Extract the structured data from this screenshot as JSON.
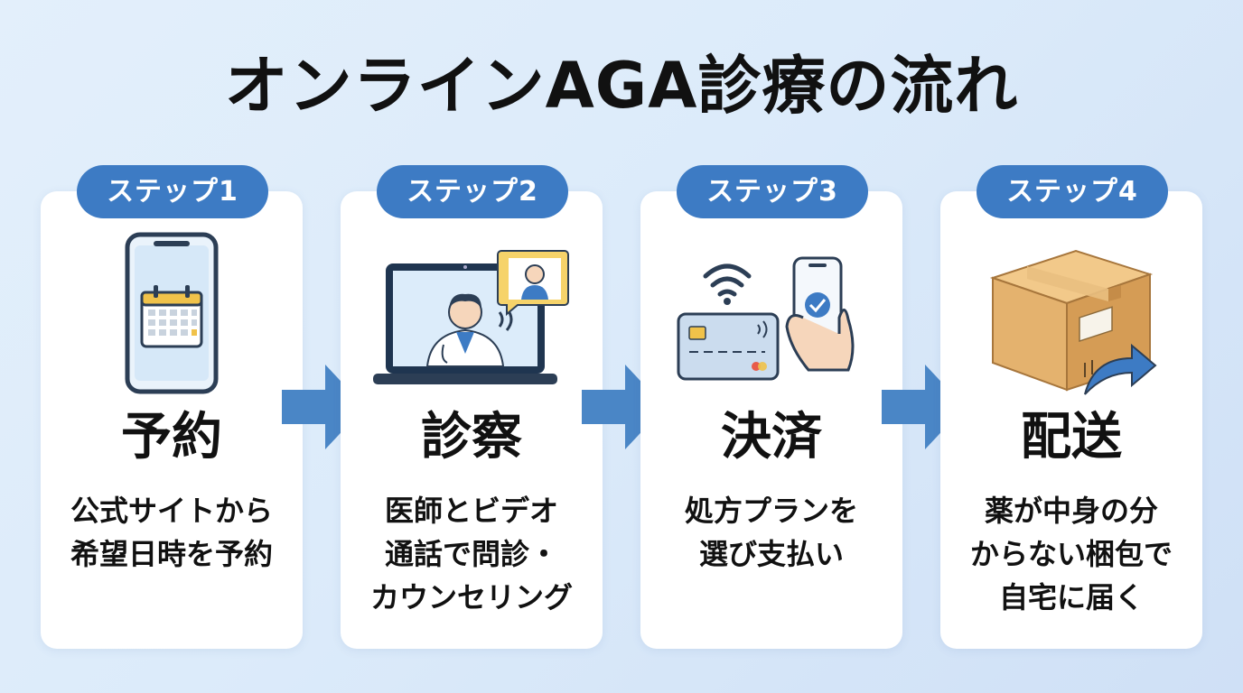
{
  "title": "オンラインAGA診療の流れ",
  "colors": {
    "accent": "#3d7bc4",
    "arrow": "#4a86c6",
    "card": "#ffffff",
    "text": "#111111"
  },
  "steps": [
    {
      "badge": "ステップ1",
      "heading": "予約",
      "icon": "smartphone-calendar-icon",
      "lines": [
        "公式サイトから",
        "希望日時を予約"
      ]
    },
    {
      "badge": "ステップ2",
      "heading": "診察",
      "icon": "video-consultation-icon",
      "lines": [
        "医師とビデオ",
        "通話で問診・",
        "カウンセリング"
      ]
    },
    {
      "badge": "ステップ3",
      "heading": "決済",
      "icon": "payment-card-phone-icon",
      "lines": [
        "処方プランを",
        "選び支払い"
      ]
    },
    {
      "badge": "ステップ4",
      "heading": "配送",
      "icon": "delivery-box-icon",
      "lines": [
        "薬が中身の分",
        "からない梱包で",
        "自宅に届く"
      ]
    }
  ]
}
